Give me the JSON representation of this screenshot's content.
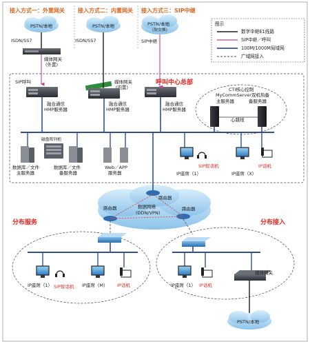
{
  "access": {
    "mode1": "接入方式一：外置网关",
    "mode2": "接入方式二：内置网关",
    "mode3": "接入方式三：SIP中继"
  },
  "pstn": {
    "local1": "PSTN/本地",
    "local2": "PSTN/本地",
    "local3": "PSTN/本地",
    "switch": "(软交换)",
    "bottom": "PSTN/本地"
  },
  "links": {
    "isdn": "ISDN/SS7",
    "isdn2": "ISDN/SS7",
    "sip_relay": "SIP中继",
    "sip_call": "SIP呼叫",
    "heartbeat": "心跳线"
  },
  "gateways": {
    "external_line1": "媒体网关",
    "external_line2": "(外置)",
    "internal_line1": "媒体网关",
    "internal_line2": "(内置)",
    "branch": "媒体网关"
  },
  "hq": {
    "title": "呼叫中心总部",
    "hmp_line1": "融合通信",
    "hmp_line2": "HMP服务器",
    "ctl_line1": "CTI核心控制",
    "ctl_line2": "MyCommServer双机热备",
    "ctl_main": "主服务器",
    "ctl_backup": "备服务器",
    "disk_array": "磁盘阵列柜",
    "db_main_line1": "数据库／文件",
    "db_main_line2": "主服务器",
    "db_backup_line1": "数据库／文件",
    "db_backup_line2": "备服务器",
    "web_line1": "Web／APP",
    "web_line2": "服务器",
    "sip_softphone": "SIP软话机",
    "seat1": "IP座席（1）",
    "seatx": "IP座席（X）",
    "ip_phone": "IP话机"
  },
  "wan": {
    "router1": "路由器",
    "router2": "路由器",
    "router3": "路由器",
    "net_line1": "数据网络",
    "net_line2": "(DDN/VPN)"
  },
  "branch_service": {
    "title": "分布服务",
    "seat1": "IP座席（1）",
    "softphone": "SIP软话机",
    "seatm": "IP座席（M）",
    "ip_phone": "IP话机"
  },
  "branch_access": {
    "title": "分布接入",
    "seat1": "IP座席（1）",
    "ip_phone": "IP话机"
  },
  "legend": {
    "title": "图示",
    "e1": "数字中继E1线路",
    "sip": "SIP中继／呼叫",
    "lan": "100M/1000M局域网",
    "wan": "广域网接入"
  },
  "colors": {
    "accent_orange": "#d9661f",
    "red": "#e0261f",
    "e1_line": "#1a1a1a",
    "sip_line": "#c0439a",
    "lan_line": "#2f4f95",
    "cloud": "#a9d3f0"
  }
}
